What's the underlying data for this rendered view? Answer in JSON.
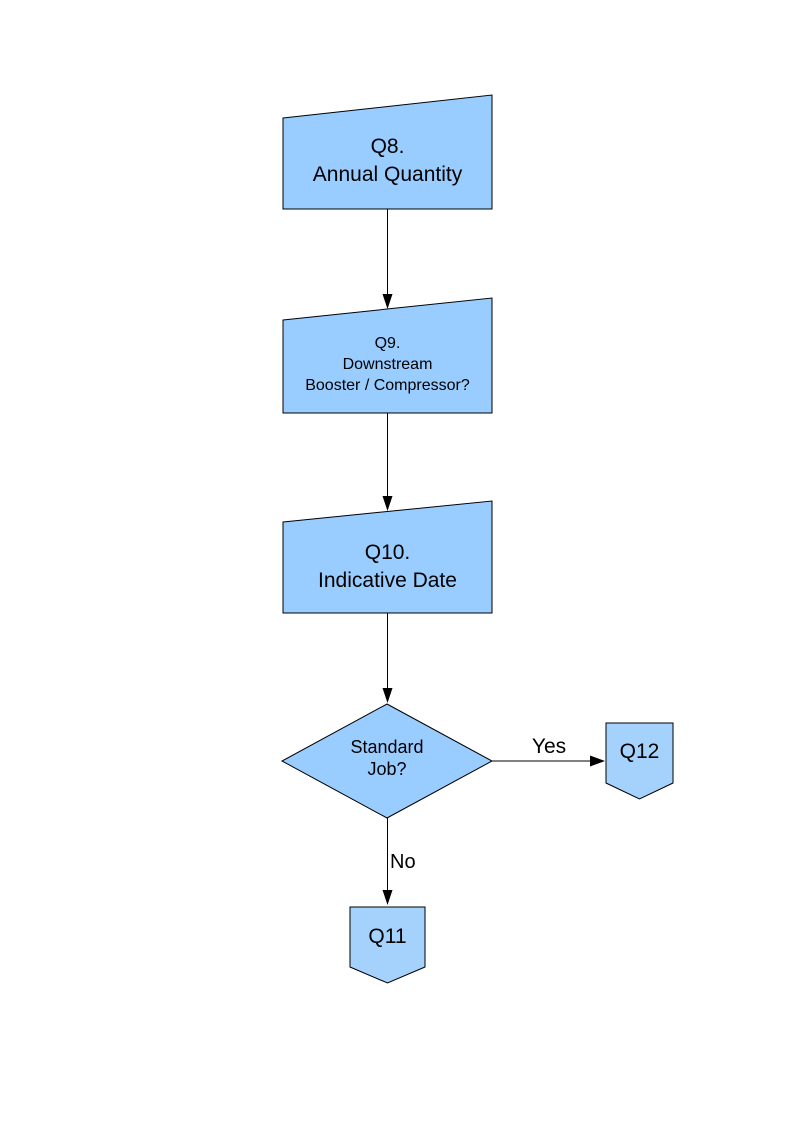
{
  "page": {
    "background": "#ffffff"
  },
  "colors": {
    "node_fill": "#99ccff",
    "connector_fill": "#a5d2fc",
    "border": "#000000",
    "line": "#000000",
    "text": "#000000"
  },
  "nodes": {
    "q8": {
      "shape": "manual-input-box",
      "lines": [
        "Q8.",
        "Annual Quantity"
      ]
    },
    "q9": {
      "shape": "manual-input-box",
      "lines": [
        "Q9.",
        "Downstream",
        "Booster / Compressor?"
      ]
    },
    "q10": {
      "shape": "manual-input-box",
      "lines": [
        "Q10.",
        "Indicative Date"
      ]
    },
    "decision": {
      "shape": "decision-diamond",
      "lines": [
        "Standard",
        "Job?"
      ]
    },
    "q12": {
      "shape": "off-page-connector",
      "lines": [
        "Q12"
      ]
    },
    "q11": {
      "shape": "off-page-connector",
      "lines": [
        "Q11"
      ]
    }
  },
  "edges": {
    "q8_q9": {
      "from": "q8",
      "to": "q9",
      "label": ""
    },
    "q9_q10": {
      "from": "q9",
      "to": "q10",
      "label": ""
    },
    "q10_decision": {
      "from": "q10",
      "to": "decision",
      "label": ""
    },
    "decision_q12": {
      "from": "decision",
      "to": "q12",
      "label": "Yes"
    },
    "decision_q11": {
      "from": "decision",
      "to": "q11",
      "label": "No"
    }
  }
}
